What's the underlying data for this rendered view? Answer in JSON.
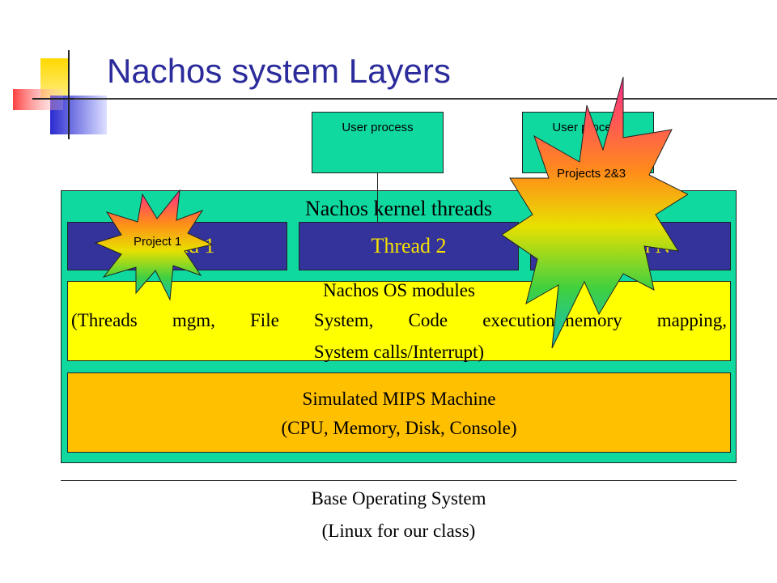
{
  "title": "Nachos system Layers",
  "user_processes": [
    "User process",
    "User process"
  ],
  "kernel": {
    "label": "Nachos kernel threads",
    "threads": [
      "Thread 1",
      "Thread 2",
      "Thread N"
    ]
  },
  "os_modules": {
    "line1": "Nachos OS modules",
    "line2": "(Threads mgm, File System, Code execution/memory mapping,",
    "line3": "System calls/Interrupt)"
  },
  "machine": {
    "line1": "Simulated MIPS Machine",
    "line2": "(CPU, Memory, Disk, Console)"
  },
  "base_os": {
    "line1": "Base Operating System",
    "line2": "(Linux for our class)"
  },
  "callouts": {
    "project1": "Project 1",
    "projects23": "Projects 2&3"
  },
  "colors": {
    "title": "#2b2b9b",
    "kernel_bg": "#10d9a0",
    "thread_bg": "#33339b",
    "thread_text": "#f6e000",
    "os_bg": "#ffff00",
    "machine_bg": "#ffc000"
  }
}
